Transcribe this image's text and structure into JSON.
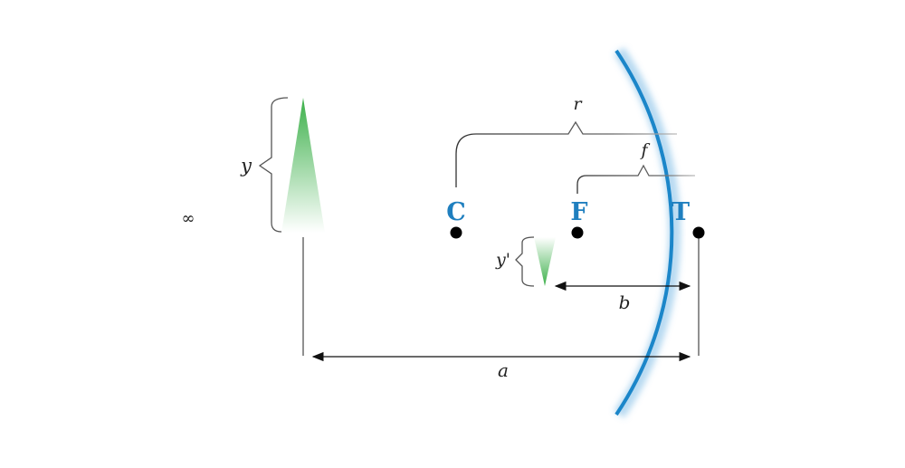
{
  "diagram": {
    "points": {
      "C": "C",
      "F": "F",
      "T": "T"
    },
    "labels": {
      "axis_infinity": "∞",
      "radius": "r",
      "focal_length": "f",
      "object_height": "y",
      "image_height": "y'",
      "image_distance": "b",
      "object_distance": "a"
    },
    "colors": {
      "mirror": "#1b86c9",
      "point_label": "#1f7fbf",
      "object": "#3cb04a",
      "lines": "#222222",
      "brace": "#555555"
    }
  }
}
